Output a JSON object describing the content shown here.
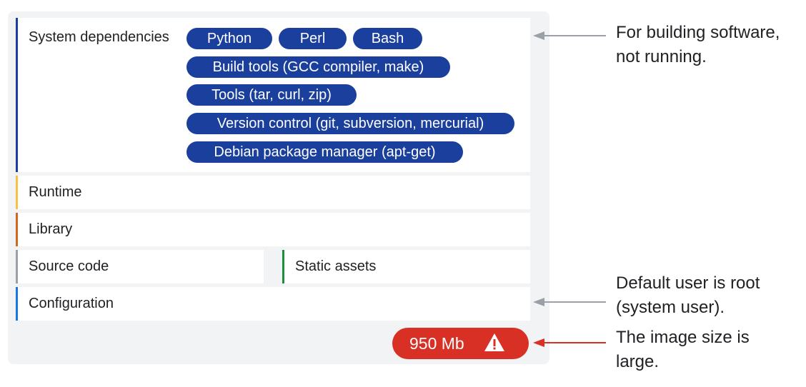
{
  "layers": {
    "system_dependencies": {
      "label": "System dependencies",
      "packages": [
        "Python",
        "Perl",
        "Bash",
        "Build tools (GCC compiler, make)",
        "Tools (tar, curl, zip)",
        "Version control (git, subversion, mercurial)",
        "Debian package manager (apt-get)"
      ]
    },
    "runtime": "Runtime",
    "library": "Library",
    "source_code": "Source code",
    "static_assets": "Static assets",
    "configuration": "Configuration"
  },
  "size_badge": {
    "value": "950 Mb",
    "icon": "warning-icon"
  },
  "annotations": {
    "build": [
      "For building software,",
      "not running."
    ],
    "user": [
      "Default user is root",
      "(system user)."
    ],
    "size": [
      "The image size is",
      "large."
    ]
  },
  "colors": {
    "system_dependencies": "#1a3f9c",
    "runtime": "#f9c046",
    "library": "#d0681d",
    "source_code": "#9aa0a6",
    "static_assets": "#1e8e3e",
    "configuration": "#1a73e8",
    "badge": "#d93025",
    "arrow_gray": "#9aa0a6",
    "arrow_red": "#d93025"
  }
}
